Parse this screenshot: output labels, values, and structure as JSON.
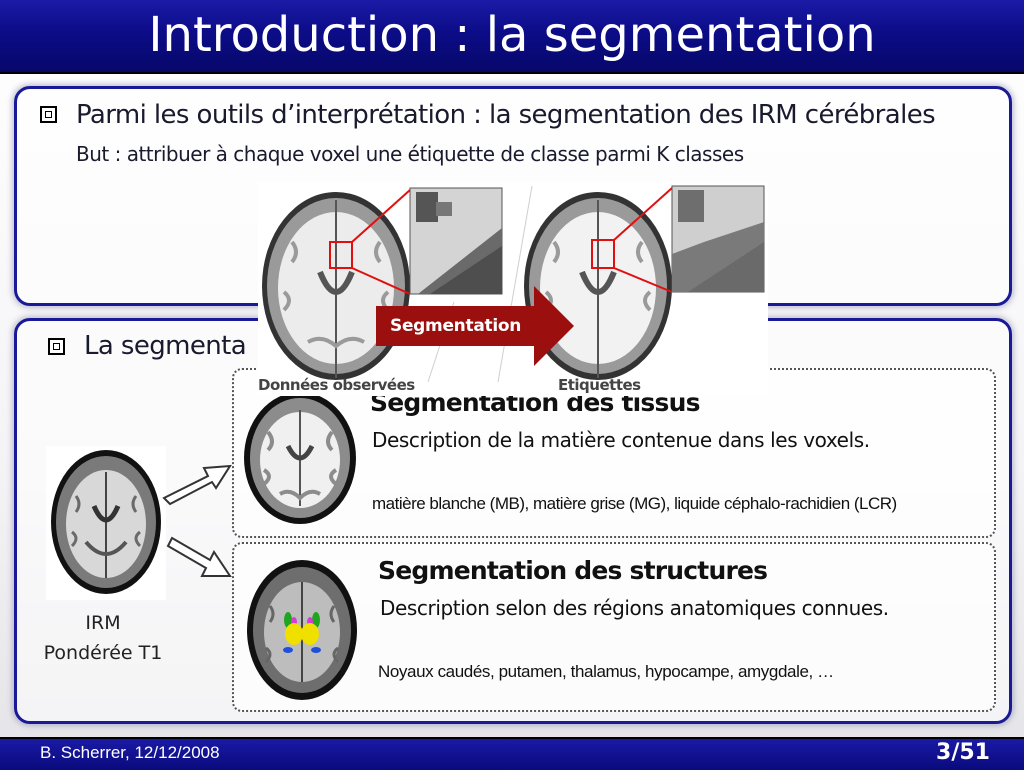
{
  "slide": {
    "title": "Introduction : la segmentation"
  },
  "top_panel": {
    "bullet_main": "Parmi les outils d’interprétation :  la segmentation des IRM cérébrales",
    "bullet_sub": "But : attribuer à chaque voxel une étiquette de classe parmi K classes"
  },
  "illustration": {
    "arrow_label": "Segmentation",
    "left_caption": "Données observées",
    "right_caption": "Etiquettes"
  },
  "bottom_panel": {
    "bullet_main": "La segmenta",
    "input_caption_line1": "IRM",
    "input_caption_line2": "Pondérée T1",
    "tissue": {
      "title": "Segmentation des tissus",
      "description": "Description de la matière contenue dans les voxels.",
      "classes": "matière blanche (MB), matière grise (MG), liquide céphalo-rachidien (LCR)"
    },
    "structures": {
      "title": "Segmentation des structures",
      "description": "Description selon des régions anatomiques connues.",
      "examples": "Noyaux caudés, putamen, thalamus, hypocampe, amygdale, …"
    }
  },
  "footer": {
    "author_date": "B. Scherrer, 12/12/2008",
    "page": "3/51"
  },
  "colors": {
    "title_bar": "#0c0c88",
    "panel_border": "#1a1a96",
    "arrow": "#9b0f0f",
    "highlight_box": "#e01010"
  }
}
